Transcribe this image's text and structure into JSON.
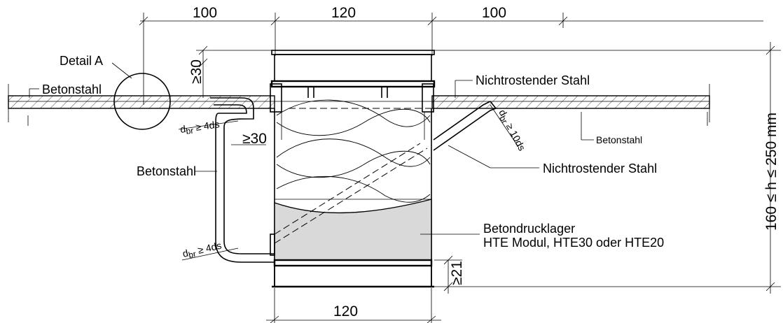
{
  "dimensions": {
    "top_left": "100",
    "top_mid": "120",
    "top_right": "100",
    "bottom": "120",
    "cover_top": "≥30",
    "offset": "≥30",
    "cover_bottom": "≥21",
    "height_range": "160 ≤ h ≤ 250 mm"
  },
  "labels": {
    "detail": "Detail A",
    "betonstahl_top_left": "Betonstahl",
    "betonstahl_left": "Betonstahl",
    "betonstahl_right": "Betonstahl",
    "stahl_top": "Nichtrostender Stahl",
    "stahl_mid": "Nichtrostender Stahl",
    "bearing_line1": "Betondrucklager",
    "bearing_line2": "HTE Modul, HTE30 oder HTE20"
  },
  "bend_radius": {
    "upper_left_d": "d",
    "upper_left_sub": "br",
    "upper_left_rest": " ≥ 4ds",
    "lower_left_d": "d",
    "lower_left_sub": "br",
    "lower_left_rest": " ≥ 4ds",
    "right_d": "d",
    "right_sub": "br",
    "right_rest": " ≥ 10ds"
  }
}
